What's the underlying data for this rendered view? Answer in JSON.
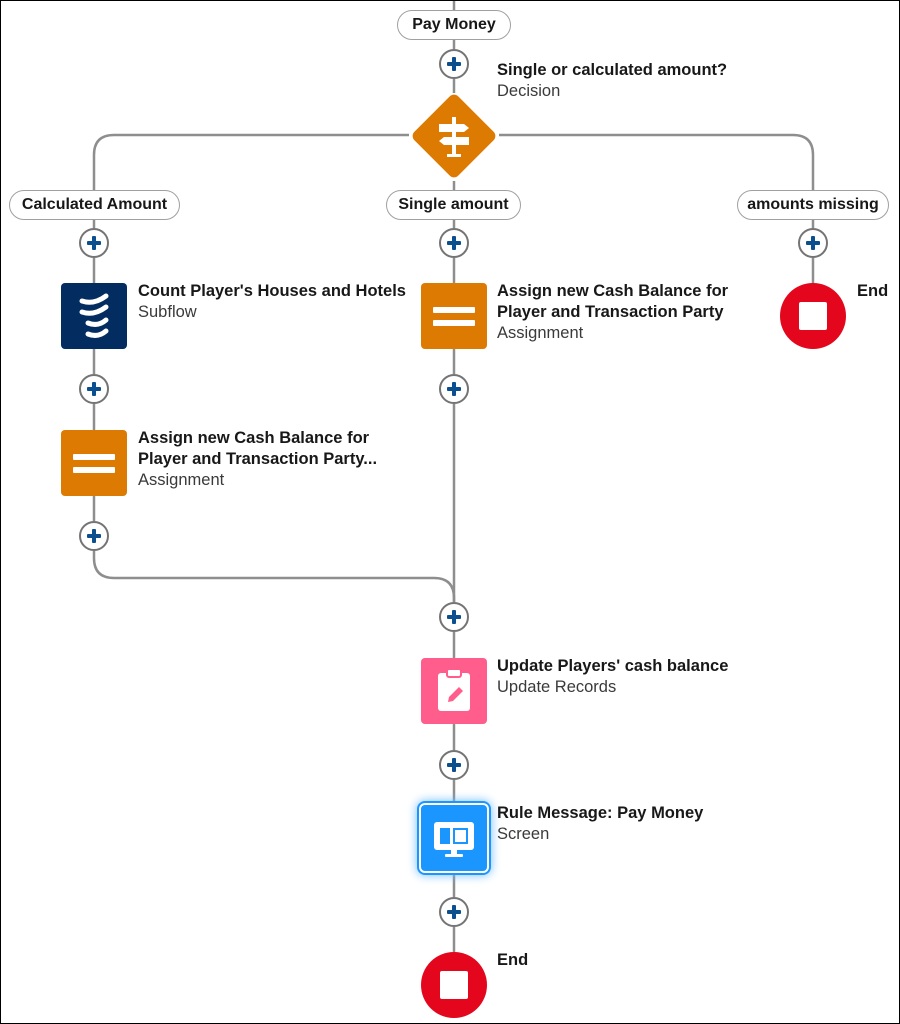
{
  "flow": {
    "start_label": "Pay Money",
    "decision": {
      "title": "Single or calculated amount?",
      "type": "Decision",
      "icon": "signpost-icon",
      "color": "#dd7a01"
    },
    "branches": [
      "Calculated Amount",
      "Single amount",
      "amounts missing"
    ],
    "nodes": {
      "subflow": {
        "title": "Count Player's Houses and Hotels",
        "type": "Subflow",
        "icon": "subflow-waves-icon",
        "color": "#032d60"
      },
      "assign_left": {
        "title_lines": [
          "Assign new Cash Balance for",
          "Player and Transaction Party..."
        ],
        "type": "Assignment",
        "icon": "equals-icon",
        "color": "#dd7a01"
      },
      "assign_mid": {
        "title_lines": [
          "Assign new Cash Balance for",
          "Player and Transaction Party"
        ],
        "type": "Assignment",
        "icon": "equals-icon",
        "color": "#dd7a01"
      },
      "end_right": {
        "title": "End"
      },
      "update": {
        "title": "Update Players' cash balance",
        "type": "Update Records",
        "icon": "clipboard-edit-icon",
        "color": "#ff5d8c"
      },
      "screen": {
        "title": "Rule Message: Pay Money",
        "type": "Screen",
        "icon": "screen-icon",
        "color": "#1b96ff"
      },
      "end_bottom": {
        "title": "End"
      }
    },
    "end_color": "#e4061c",
    "add_icon": "plus-icon"
  }
}
